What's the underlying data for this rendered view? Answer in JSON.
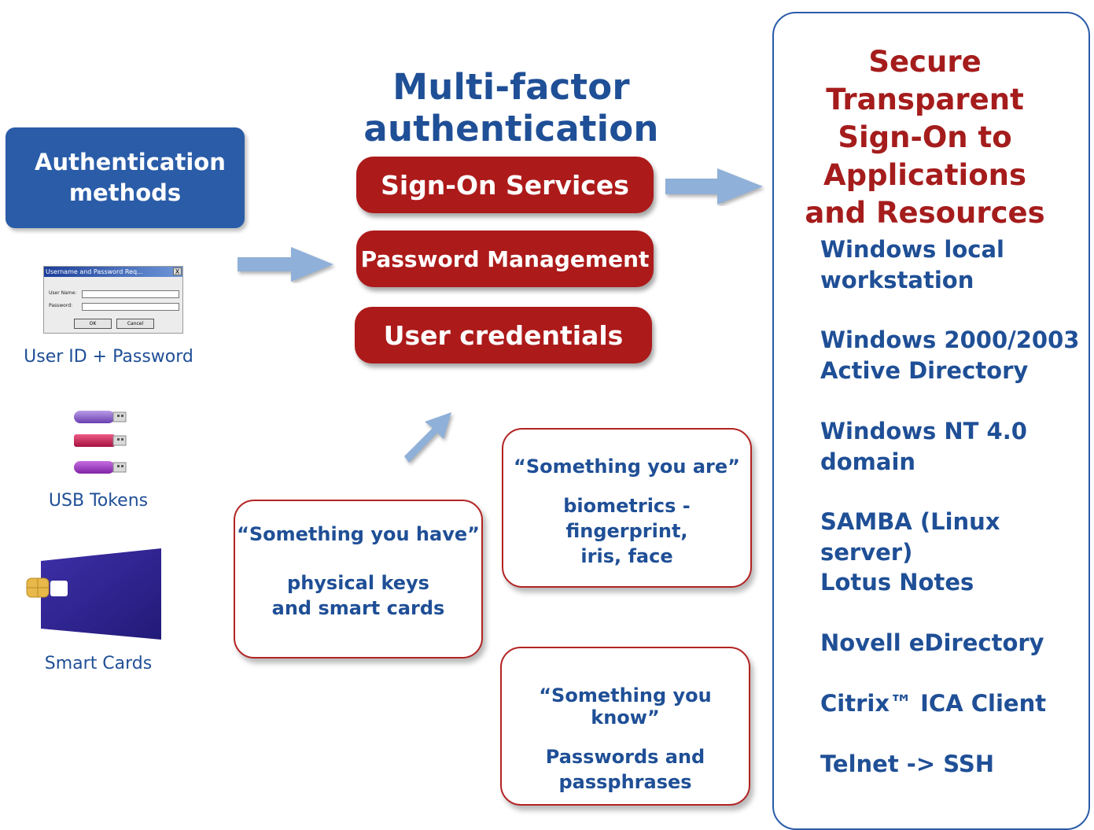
{
  "title": "Multi-factor authentication",
  "auth_methods": {
    "heading": "Authentication methods",
    "items": [
      {
        "label": "User ID + Password",
        "icon": "login-dialog-icon"
      },
      {
        "label": "USB Tokens",
        "icon": "usb-token-icon"
      },
      {
        "label": "Smart Cards",
        "icon": "smart-card-icon"
      }
    ],
    "login_dialog": {
      "title": "Username and Password Req...",
      "close": "X",
      "username_label": "User Name:",
      "password_label": "Password:",
      "ok_label": "OK",
      "cancel_label": "Cancel"
    }
  },
  "services": [
    {
      "label": "Sign-On Services"
    },
    {
      "label": "Password Management"
    },
    {
      "label": "User credentials"
    }
  ],
  "factors": [
    {
      "quote": "“Something you have”",
      "desc": "physical keys\nand smart cards"
    },
    {
      "quote": "“Something you are”",
      "desc": "biometrics -\nfingerprint,\niris, face"
    },
    {
      "quote": "“Something you know”",
      "desc": "Passwords and\npassphrases"
    }
  ],
  "destination": {
    "title": "Secure Transparent\nSign-On to\nApplications\nand Resources",
    "targets": [
      "Windows local\nworkstation",
      "Windows 2000/2003\nActive Directory",
      "Windows NT 4.0\ndomain",
      "SAMBA (Linux server)",
      "Lotus Notes",
      "Novell eDirectory",
      "Citrix™ ICA Client",
      "Telnet -> SSH"
    ]
  },
  "colors": {
    "accent_blue": "#2a5ca8",
    "accent_red": "#ad1a1a",
    "arrow": "#8fb0d8"
  }
}
